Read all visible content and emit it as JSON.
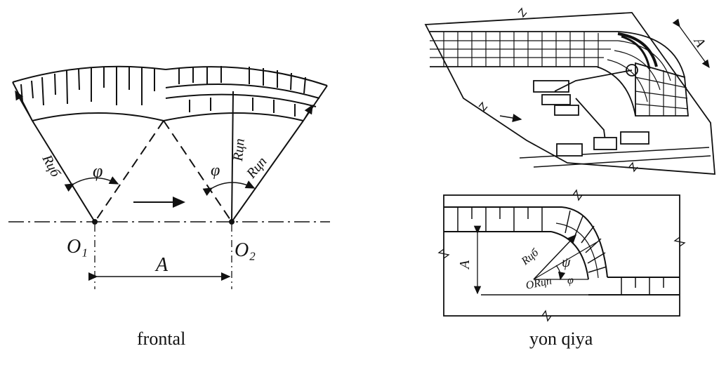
{
  "frontal": {
    "caption": "frontal",
    "labels": {
      "radius_left": "Rцб",
      "radius_mid": "Rцп",
      "radius_right": "Rцп",
      "angle_left": "φ",
      "angle_right": "φ",
      "center_1": "O₁",
      "center_2": "O₂",
      "distance": "A"
    }
  },
  "yon_qiya": {
    "caption": "yon qiya",
    "labels": {
      "distance_top": "A",
      "distance_bottom": "A",
      "radius_outer": "Rцб",
      "radius_inner": "ORцп",
      "angle_psi": "ψ",
      "angle_phi": "φ"
    }
  }
}
